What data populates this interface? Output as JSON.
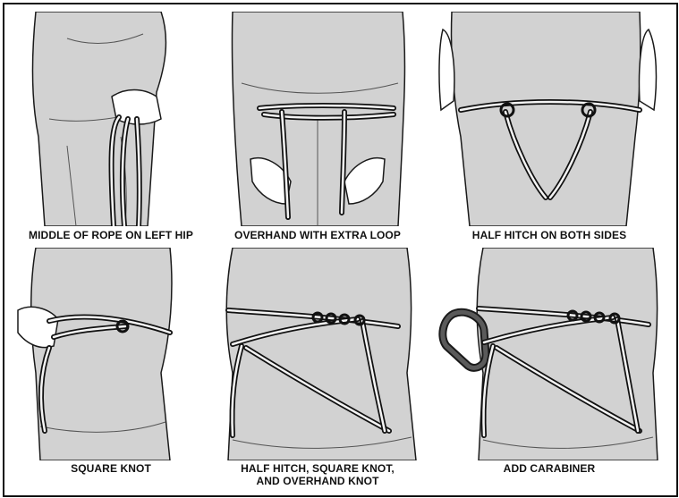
{
  "steps": [
    {
      "caption": "MIDDLE OF ROPE ON LEFT HIP"
    },
    {
      "caption": "OVERHAND WITH EXTRA LOOP"
    },
    {
      "caption": "HALF HITCH ON BOTH SIDES"
    },
    {
      "caption": "SQUARE KNOT"
    },
    {
      "caption": "HALF HITCH, SQUARE KNOT,",
      "caption2": "AND OVERHAND KNOT"
    },
    {
      "caption": "ADD CARABINER"
    }
  ],
  "colors": {
    "figure": "#d2d2d2",
    "outline": "#1a1a1a",
    "rope_outer": "#111111",
    "rope_inner": "#f4f4f4",
    "hand": "#ffffff",
    "carabiner": "#5a5a5a"
  }
}
